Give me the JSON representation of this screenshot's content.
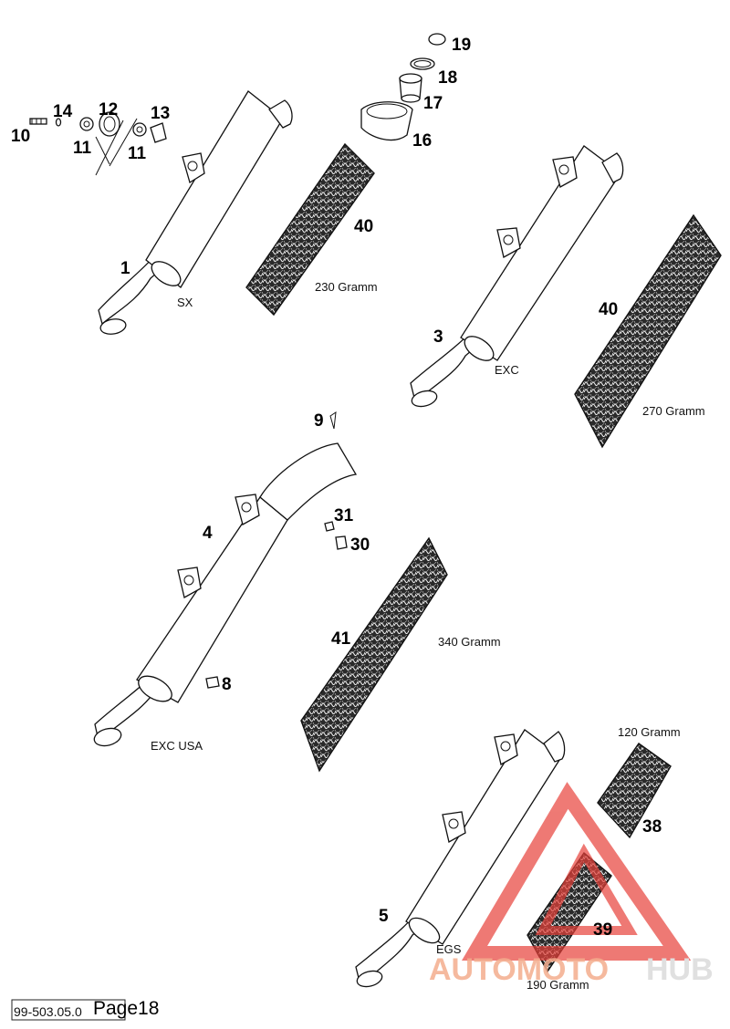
{
  "callouts": {
    "c1": "1",
    "c3": "3",
    "c4": "4",
    "c5": "5",
    "c8": "8",
    "c9": "9",
    "c10": "10",
    "c11a": "11",
    "c11b": "11",
    "c12": "12",
    "c13": "13",
    "c14": "14",
    "c16": "16",
    "c17": "17",
    "c18": "18",
    "c19": "19",
    "c30": "30",
    "c31": "31",
    "c38": "38",
    "c39": "39",
    "c40a": "40",
    "c40b": "40",
    "c41": "41"
  },
  "variants": {
    "sx": "SX",
    "exc": "EXC",
    "exc_usa": "EXC USA",
    "egs": "EGS"
  },
  "weights": {
    "w230": "230 Gramm",
    "w270": "270 Gramm",
    "w340": "340 Gramm",
    "w120": "120 Gramm",
    "w190": "190 Gramm"
  },
  "footer": {
    "doc_number": "99-503.05.0",
    "page_label": "Page18"
  },
  "watermark": {
    "brand_part1": "AUTOMOTO",
    "brand_part2": "HUB",
    "color_primary": "#e8413a",
    "color_secondary": "#cccccc"
  }
}
